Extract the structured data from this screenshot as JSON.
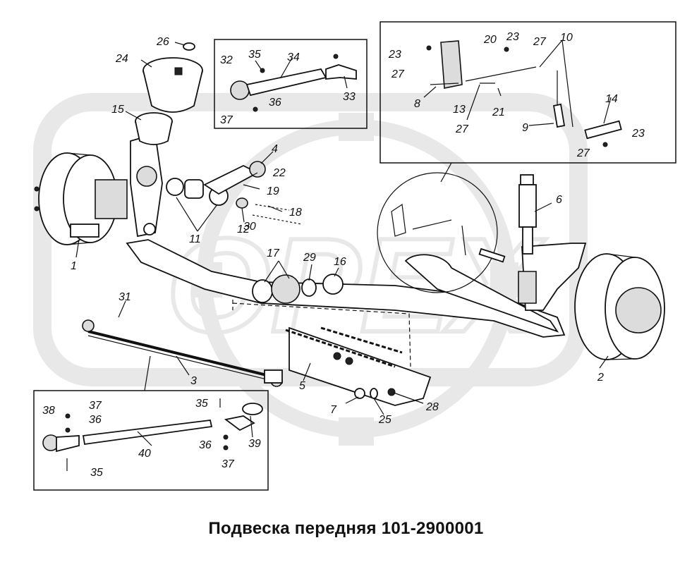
{
  "title": "Подвеска передняя 101-2900001",
  "watermark": "OPEX",
  "colors": {
    "line": "#111111",
    "watermark": "#e6e6e6",
    "background": "#ffffff"
  },
  "callouts": {
    "c1": "1",
    "c2": "2",
    "c3": "3",
    "c4": "4",
    "c5": "5",
    "c6": "6",
    "c7": "7",
    "c8": "8",
    "c9": "9",
    "c10": "10",
    "c11": "11",
    "c12": "12",
    "c13": "13",
    "c14": "14",
    "c15": "15",
    "c16": "16",
    "c17": "17",
    "c18": "18",
    "c19": "19",
    "c20": "20",
    "c21": "21",
    "c22": "22",
    "c23": "23",
    "c24": "24",
    "c25": "25",
    "c26": "26",
    "c27": "27",
    "c28": "28",
    "c29": "29",
    "c30": "30",
    "c31": "31",
    "c32": "32",
    "c33": "33",
    "c34": "34",
    "c35": "35",
    "c36": "36",
    "c37": "37",
    "c38": "38",
    "c39": "39",
    "c40": "40"
  }
}
